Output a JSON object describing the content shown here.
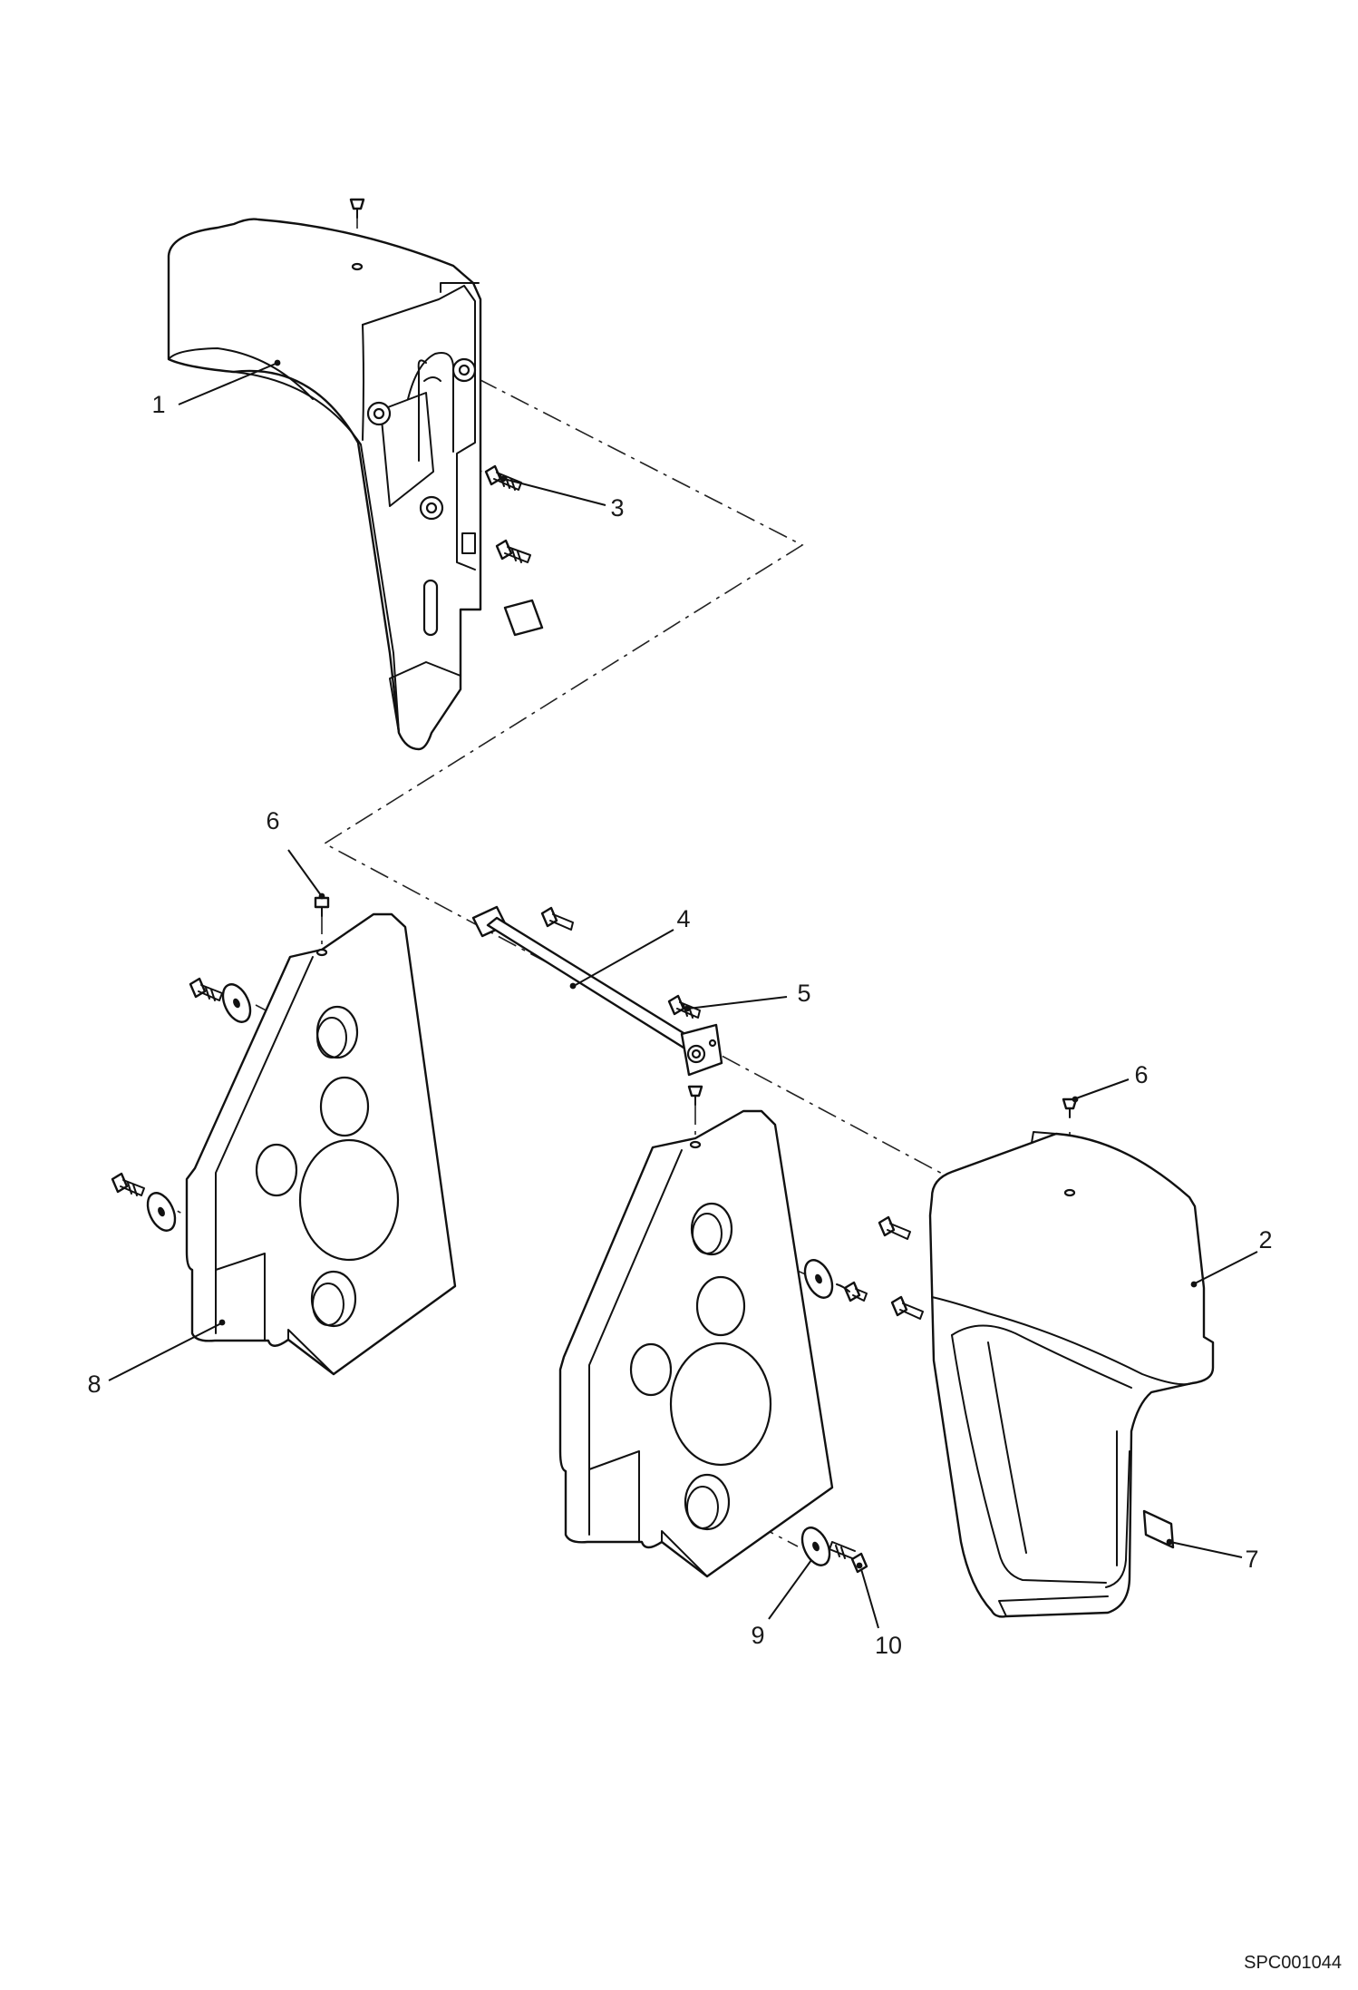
{
  "drawing_code": "SPC001044",
  "callouts": [
    {
      "id": "c1",
      "label": "1"
    },
    {
      "id": "c2",
      "label": "2"
    },
    {
      "id": "c3",
      "label": "3"
    },
    {
      "id": "c4",
      "label": "4"
    },
    {
      "id": "c5",
      "label": "5"
    },
    {
      "id": "c6a",
      "label": "6"
    },
    {
      "id": "c6b",
      "label": "6"
    },
    {
      "id": "c7",
      "label": "7"
    },
    {
      "id": "c8",
      "label": "8"
    },
    {
      "id": "c9",
      "label": "9"
    },
    {
      "id": "c10",
      "label": "10"
    }
  ]
}
